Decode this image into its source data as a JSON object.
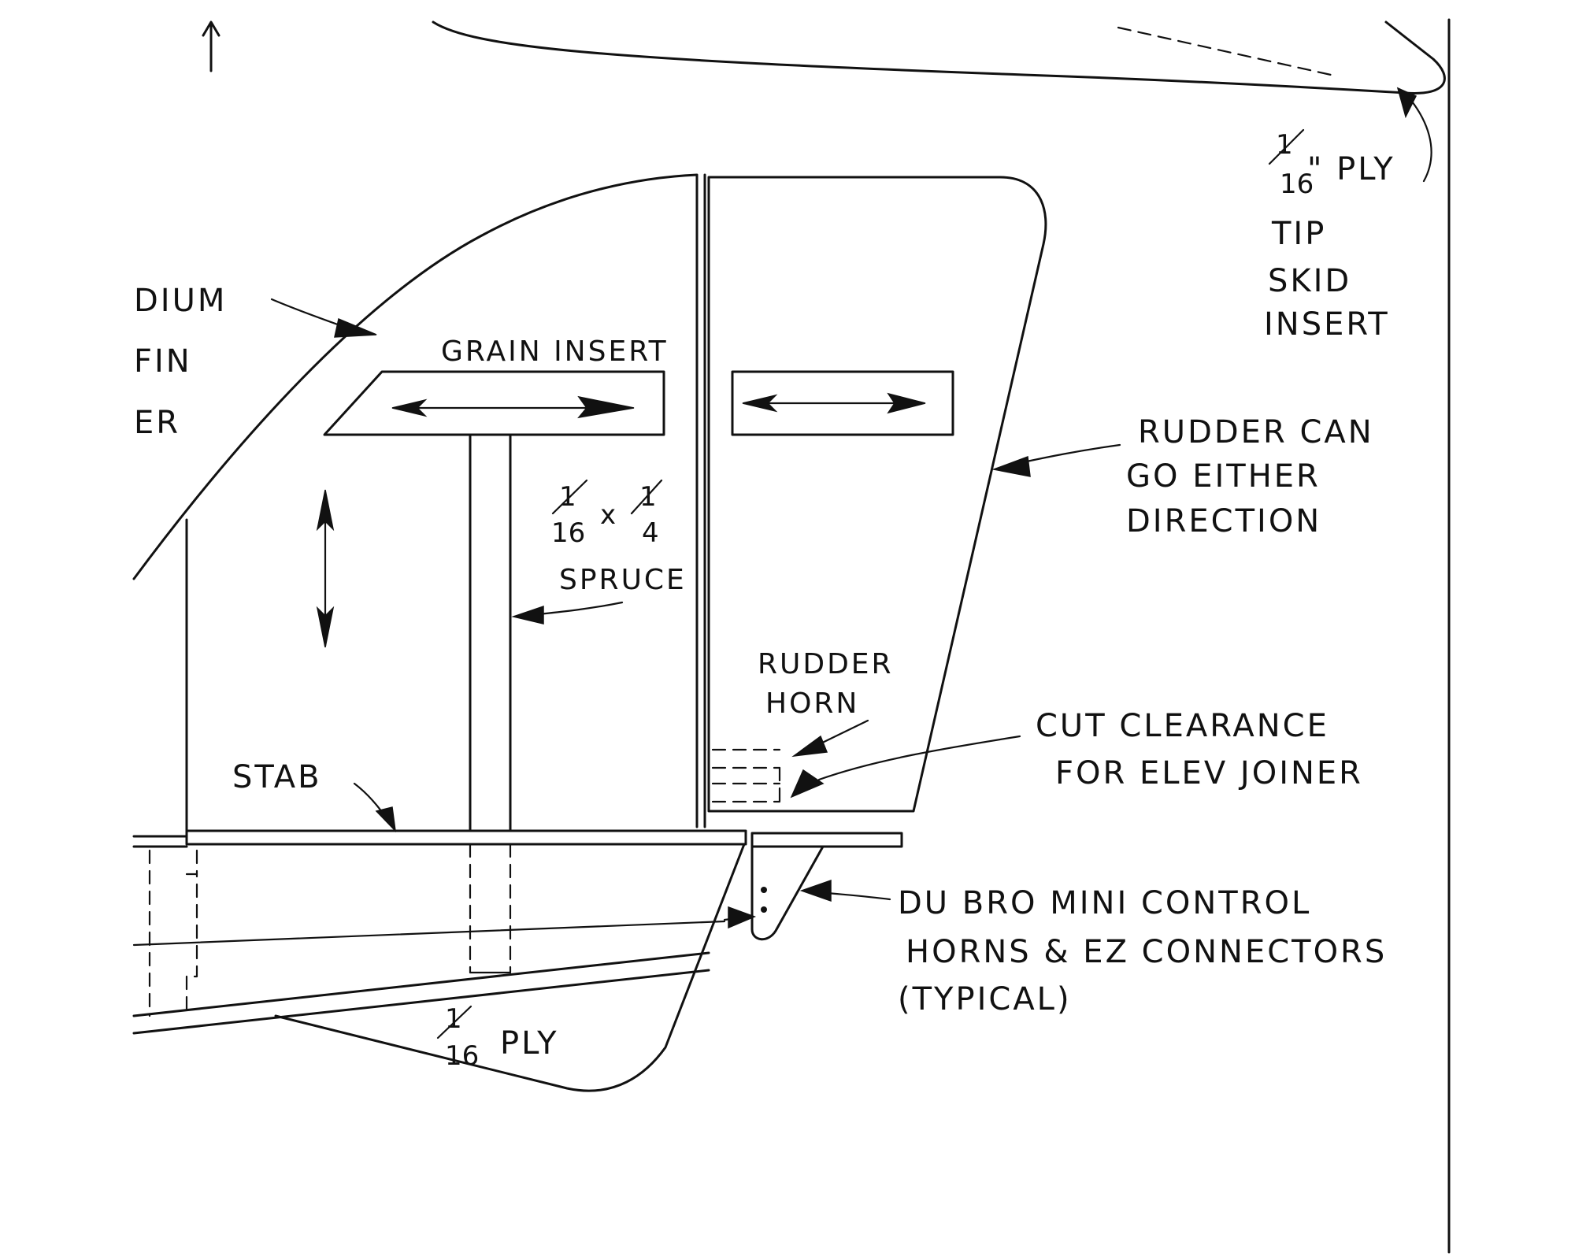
{
  "labels": {
    "fin_partial_line1": "DIUM",
    "fin_partial_line2": "FIN",
    "fin_partial_line3": "ER",
    "grain_insert": "GRAIN INSERT",
    "spruce_frac_num1": "1",
    "spruce_frac_den1": "16",
    "spruce_times": "x",
    "spruce_frac_num2": "1",
    "spruce_frac_den2": "4",
    "spruce": "SPRUCE",
    "rudder_can_line1": "RUDDER CAN",
    "rudder_can_line2": "GO EITHER",
    "rudder_can_line3": "DIRECTION",
    "tip_ply_num": "1",
    "tip_ply_den": "16",
    "tip_ply_unit": "\" PLY",
    "tip_skid_line1": "TIP",
    "tip_skid_line2": "SKID",
    "tip_skid_line3": "INSERT",
    "rudder_horn_line1": "RUDDER",
    "rudder_horn_line2": "HORN",
    "cut_clearance_line1": "CUT CLEARANCE",
    "cut_clearance_line2": "FOR ELEV JOINER",
    "stab": "STAB",
    "dubro_line1": "DU BRO MINI CONTROL",
    "dubro_line2": "HORNS & EZ CONNECTORS",
    "dubro_line3": "(TYPICAL)",
    "ply_bottom_num": "1",
    "ply_bottom_den": "16",
    "ply_bottom_unit": "PLY"
  },
  "icons": {
    "up_arrow": "up-arrow-icon",
    "grain_arrows": "double-arrow-icon",
    "leader_arrows": "leader-arrow-icon"
  },
  "colors": {
    "ink": "#111111",
    "paper": "#ffffff"
  }
}
